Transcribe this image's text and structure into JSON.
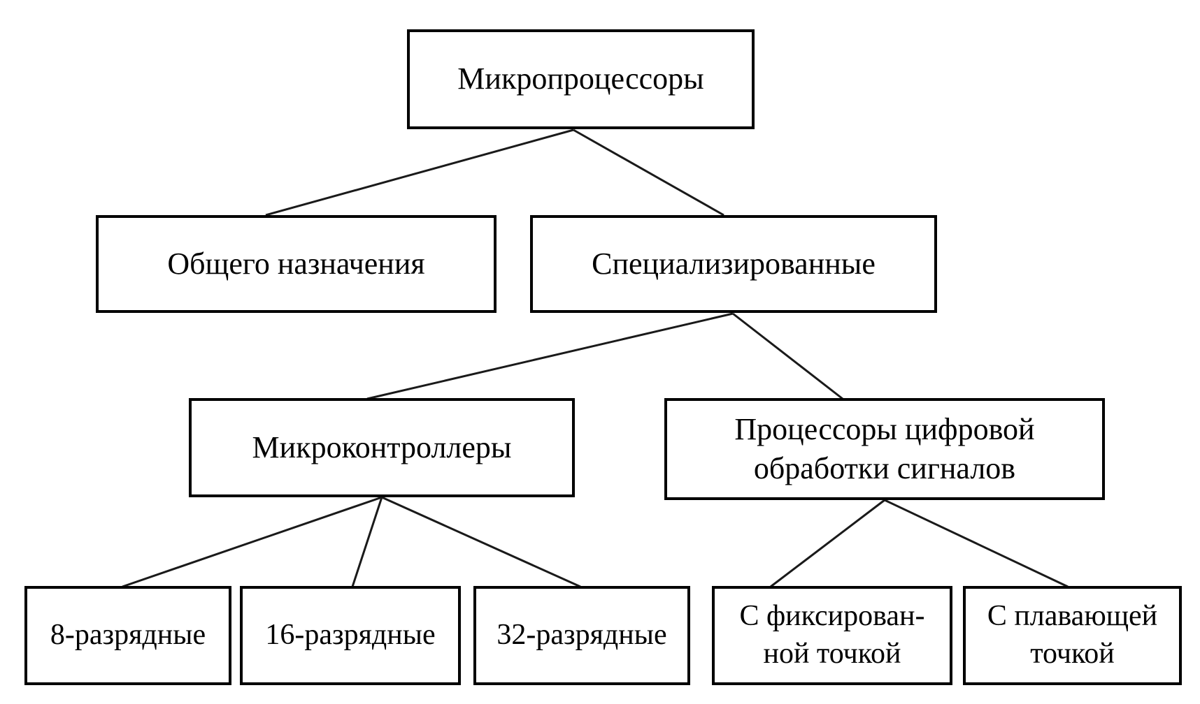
{
  "diagram": {
    "language": "ru",
    "colors": {
      "background": "#ffffff",
      "box_border": "#000000",
      "text": "#000000",
      "connector": "#1a1a1a"
    },
    "nodes": {
      "root": {
        "label": "Микропроцессоры"
      },
      "general": {
        "label": "Общего назначения"
      },
      "special": {
        "label": "Специализированные"
      },
      "mcu": {
        "label": "Микроконтроллеры"
      },
      "dsp": {
        "label": "Процессоры цифровой\nобработки сигналов"
      },
      "bit8": {
        "label": "8-разрядные"
      },
      "bit16": {
        "label": "16-разрядные"
      },
      "bit32": {
        "label": "32-разрядные"
      },
      "fixed": {
        "label": "С фиксирован-\nной точкой"
      },
      "float": {
        "label": "С плавающей\nточкой"
      }
    },
    "edges": [
      {
        "from": "root",
        "to": "general"
      },
      {
        "from": "root",
        "to": "special"
      },
      {
        "from": "special",
        "to": "mcu"
      },
      {
        "from": "special",
        "to": "dsp"
      },
      {
        "from": "mcu",
        "to": "bit8"
      },
      {
        "from": "mcu",
        "to": "bit16"
      },
      {
        "from": "mcu",
        "to": "bit32"
      },
      {
        "from": "dsp",
        "to": "fixed"
      },
      {
        "from": "dsp",
        "to": "float"
      }
    ]
  }
}
